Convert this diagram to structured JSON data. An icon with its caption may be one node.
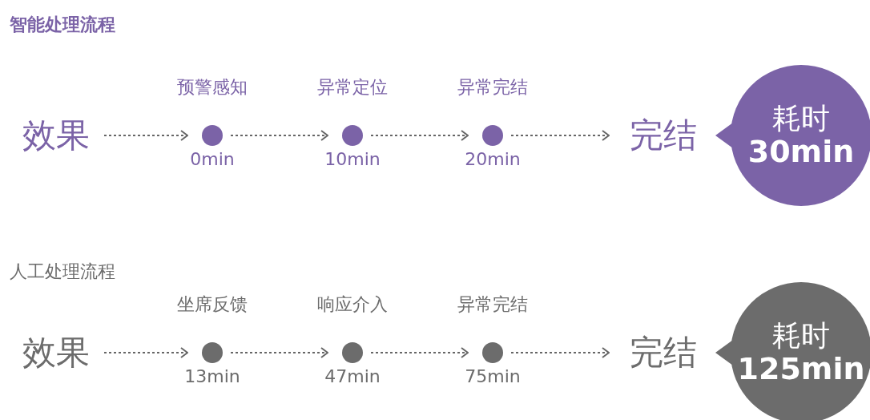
{
  "diagram": {
    "nodes": [
      {
        "text": [
          "效果"
        ]
      },
      {
        "text": [],
        "shape": "circle",
        "beside": [
          "预警感知",
          "0min"
        ]
      },
      {
        "text": [],
        "shape": "circle",
        "beside": [
          "异常定位",
          "10min"
        ]
      },
      {
        "text": [],
        "shape": "circle",
        "beside": [
          "异常完结",
          "20min"
        ]
      },
      {
        "text": [
          "完结"
        ]
      },
      {
        "text": [
          "耗时",
          "30min"
        ]
      },
      {
        "text": [
          "效果"
        ]
      },
      {
        "text": [],
        "shape": "circle",
        "beside": [
          "坐席反馈",
          "13min"
        ]
      },
      {
        "text": [],
        "shape": "circle",
        "beside": [
          "响应介入",
          "47min"
        ]
      },
      {
        "text": [],
        "shape": "circle",
        "beside": [
          "异常完结",
          "75min"
        ]
      },
      {
        "text": [
          "完结"
        ]
      },
      {
        "text": [
          "耗时",
          "125min"
        ]
      }
    ],
    "edges": [
      {
        "from": 0,
        "to": 1,
        "arrow": "to",
        "style": "dashed"
      },
      {
        "from": 1,
        "to": 2,
        "arrow": "to",
        "style": "dashed"
      },
      {
        "from": 2,
        "to": 3,
        "arrow": "to",
        "style": "dashed"
      },
      {
        "from": 3,
        "to": 4,
        "arrow": "to",
        "style": "dashed"
      },
      {
        "from": 6,
        "to": 7,
        "arrow": "to",
        "style": "dashed"
      },
      {
        "from": 7,
        "to": 8,
        "arrow": "to",
        "style": "dashed"
      },
      {
        "from": 8,
        "to": 9,
        "arrow": "to",
        "style": "dashed"
      },
      {
        "from": 9,
        "to": 10,
        "arrow": "to",
        "style": "dashed"
      }
    ],
    "labels": [
      "智能处理流程",
      "人工处理流程"
    ]
  }
}
